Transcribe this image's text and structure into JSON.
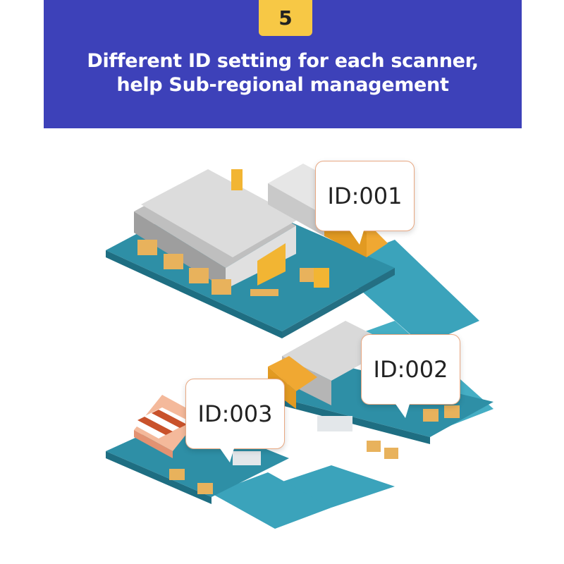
{
  "header": {
    "step_number": "5",
    "title_line1": "Different ID setting for each scanner,",
    "title_line2": "help Sub-regional management"
  },
  "scanners": [
    {
      "label": "ID:001"
    },
    {
      "label": "ID:002"
    },
    {
      "label": "ID:003"
    }
  ],
  "colors": {
    "banner": "#3d41b9",
    "badge": "#f7c845",
    "platform": "#2e8fa6",
    "road": "#3ba3bb",
    "roof": "#d6d6d6",
    "truck": "#f0a832",
    "boxes": "#e8b25c"
  }
}
